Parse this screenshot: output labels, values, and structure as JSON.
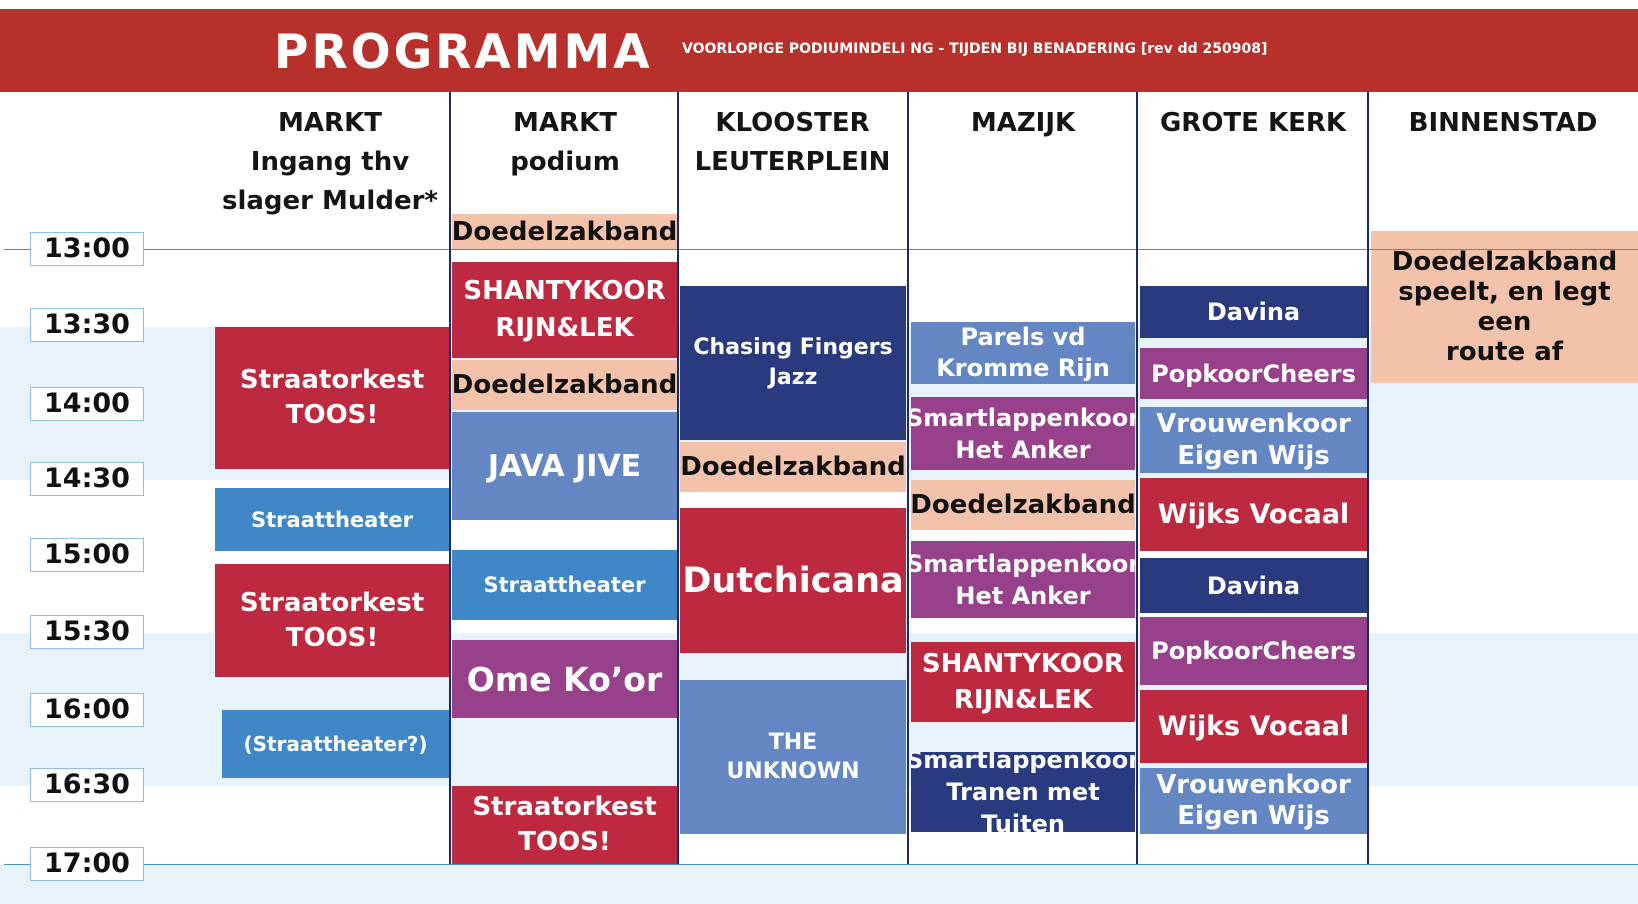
{
  "header": {
    "title": "PROGRAMMA",
    "subtitle": "VOORLOPIGE PODIUMINDELI NG - TIJDEN BIJ BENADERING [rev dd 250908]"
  },
  "columns": [
    "MARKT\nIngang thv\nslager Mulder*",
    "MARKT\npodium",
    "KLOOSTER\nLEUTERPLEIN",
    "MAZIJK",
    "GROTE KERK",
    "BINNENSTAD"
  ],
  "times": [
    "13:00",
    "13:30",
    "14:00",
    "14:30",
    "15:00",
    "15:30",
    "16:00",
    "16:30",
    "17:00"
  ],
  "colors": {
    "header": "#b7302c",
    "red": "#bd2a3f",
    "navy": "#2a3a7e",
    "blue": "#6486c2",
    "sky": "#3f87c6",
    "purple": "#97418b",
    "peach": "#f2c2ab",
    "band": "#e7f2fb"
  },
  "program": {
    "markt_ingang": [
      "Straatorkest\nTOOS!",
      "Straattheater",
      "Straatorkest\nTOOS!",
      "(Straattheater?)"
    ],
    "markt_podium": [
      "Doedelzakband",
      "SHANTYKOOR\nRIJN&LEK",
      "Doedelzakband",
      "JAVA JIVE",
      "Straattheater",
      "Ome Ko’or",
      "Straatorkest\nTOOS!"
    ],
    "klooster": [
      "Chasing Fingers\nJazz",
      "Doedelzakband",
      "Dutchicana",
      "THE\nUNKNOWN"
    ],
    "mazijk": [
      "Parels vd\nKromme Rijn",
      "Smartlappenkoor\nHet Anker",
      "Doedelzakband",
      "Smartlappenkoor\nHet Anker",
      "SHANTYKOOR\nRIJN&LEK",
      "Smartlappenkoor\nTranen met Tuiten"
    ],
    "grote_kerk": [
      "Davina",
      "PopkoorCheers",
      "Vrouwenkoor\nEigen Wijs",
      "Wijks Vocaal",
      "Davina",
      "PopkoorCheers",
      "Wijks Vocaal",
      "Vrouwenkoor\nEigen Wijs"
    ],
    "binnenstad": [
      "Doedelzakband\nspeelt, en legt een\nroute af"
    ]
  }
}
